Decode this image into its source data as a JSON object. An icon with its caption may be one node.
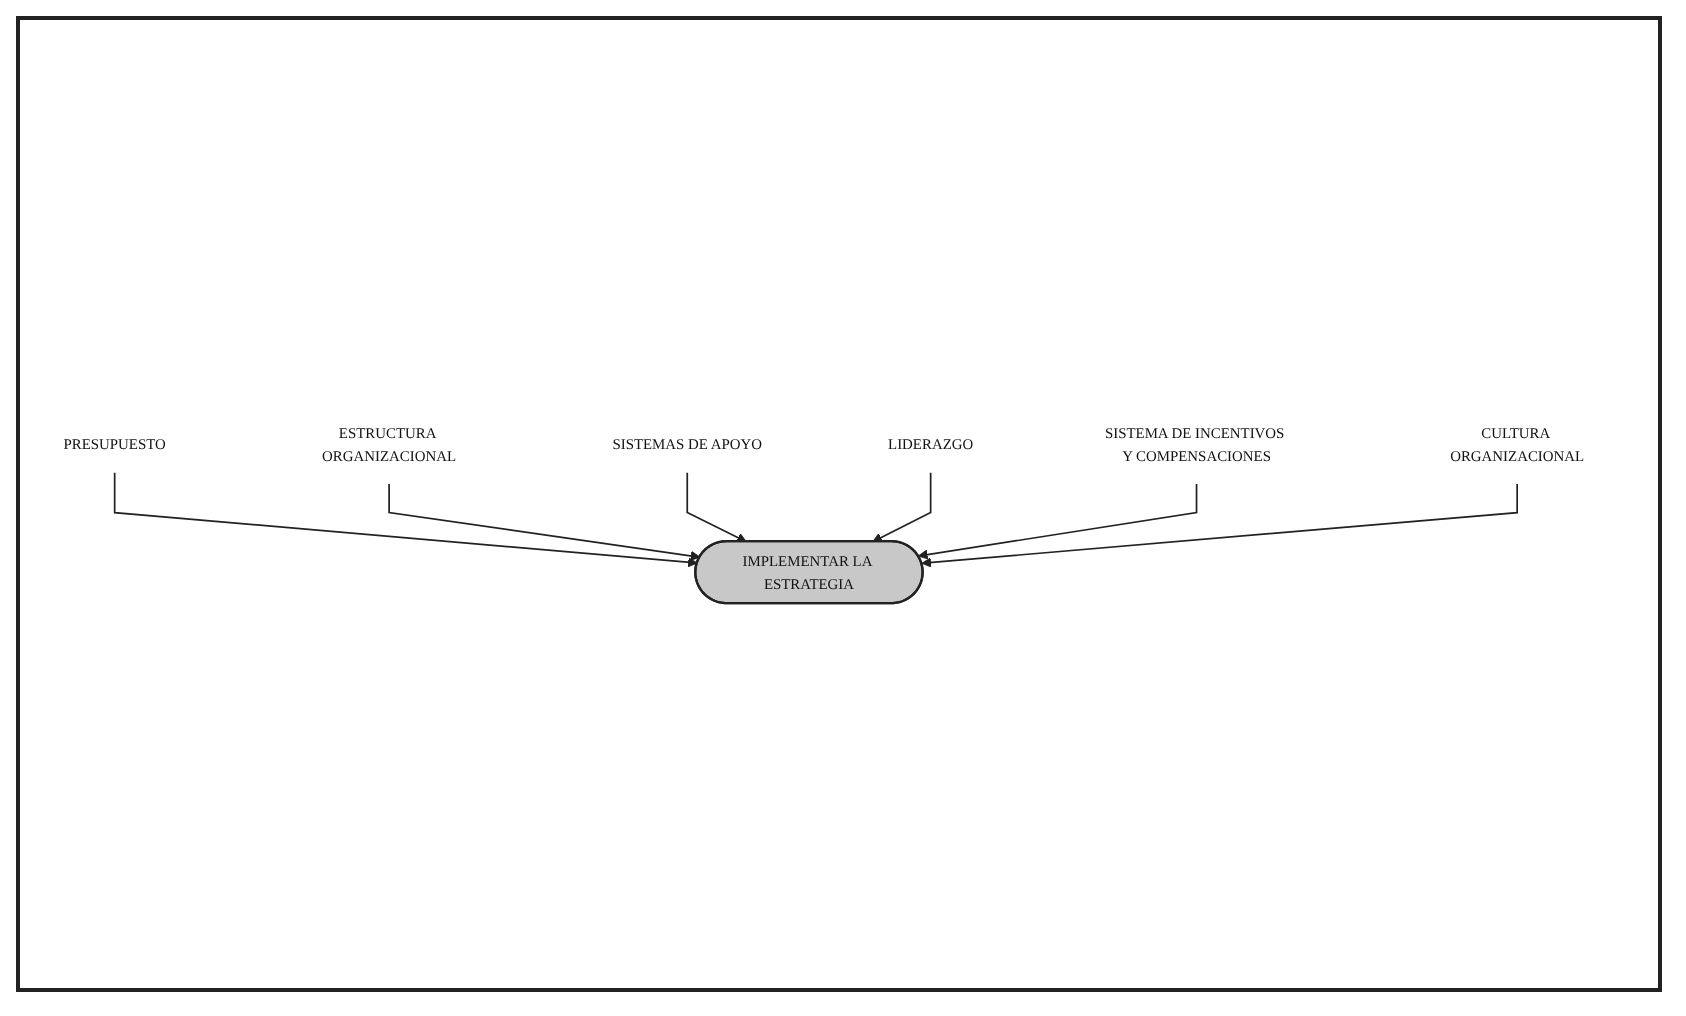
{
  "diagram": {
    "nodes": [
      {
        "text": [
          "PRESUPUESTO"
        ]
      },
      {
        "text": [
          "ESTRUCTURA ORGANIZACIONAL"
        ]
      },
      {
        "text": [
          "SISTEMAS DE APOYO"
        ]
      },
      {
        "text": [
          "IMPLEMENTAR LA ESTRATEGIA"
        ]
      },
      {
        "text": [
          "LIDERAZGO"
        ]
      },
      {
        "text": [
          "SISTEMA DE INCENTIVOS Y COMPENSACIONES"
        ]
      },
      {
        "text": [
          "CULTURA ORGANIZACIONAL"
        ]
      }
    ],
    "edges": [
      {
        "from": 0,
        "to": 3,
        "arrow": "to"
      },
      {
        "from": 1,
        "to": 3,
        "arrow": "to"
      },
      {
        "from": 2,
        "to": 3,
        "arrow": "to"
      },
      {
        "from": 4,
        "to": 3,
        "arrow": "to"
      },
      {
        "from": 5,
        "to": 3,
        "arrow": "to"
      },
      {
        "from": 6,
        "to": 3,
        "arrow": "to"
      }
    ]
  }
}
